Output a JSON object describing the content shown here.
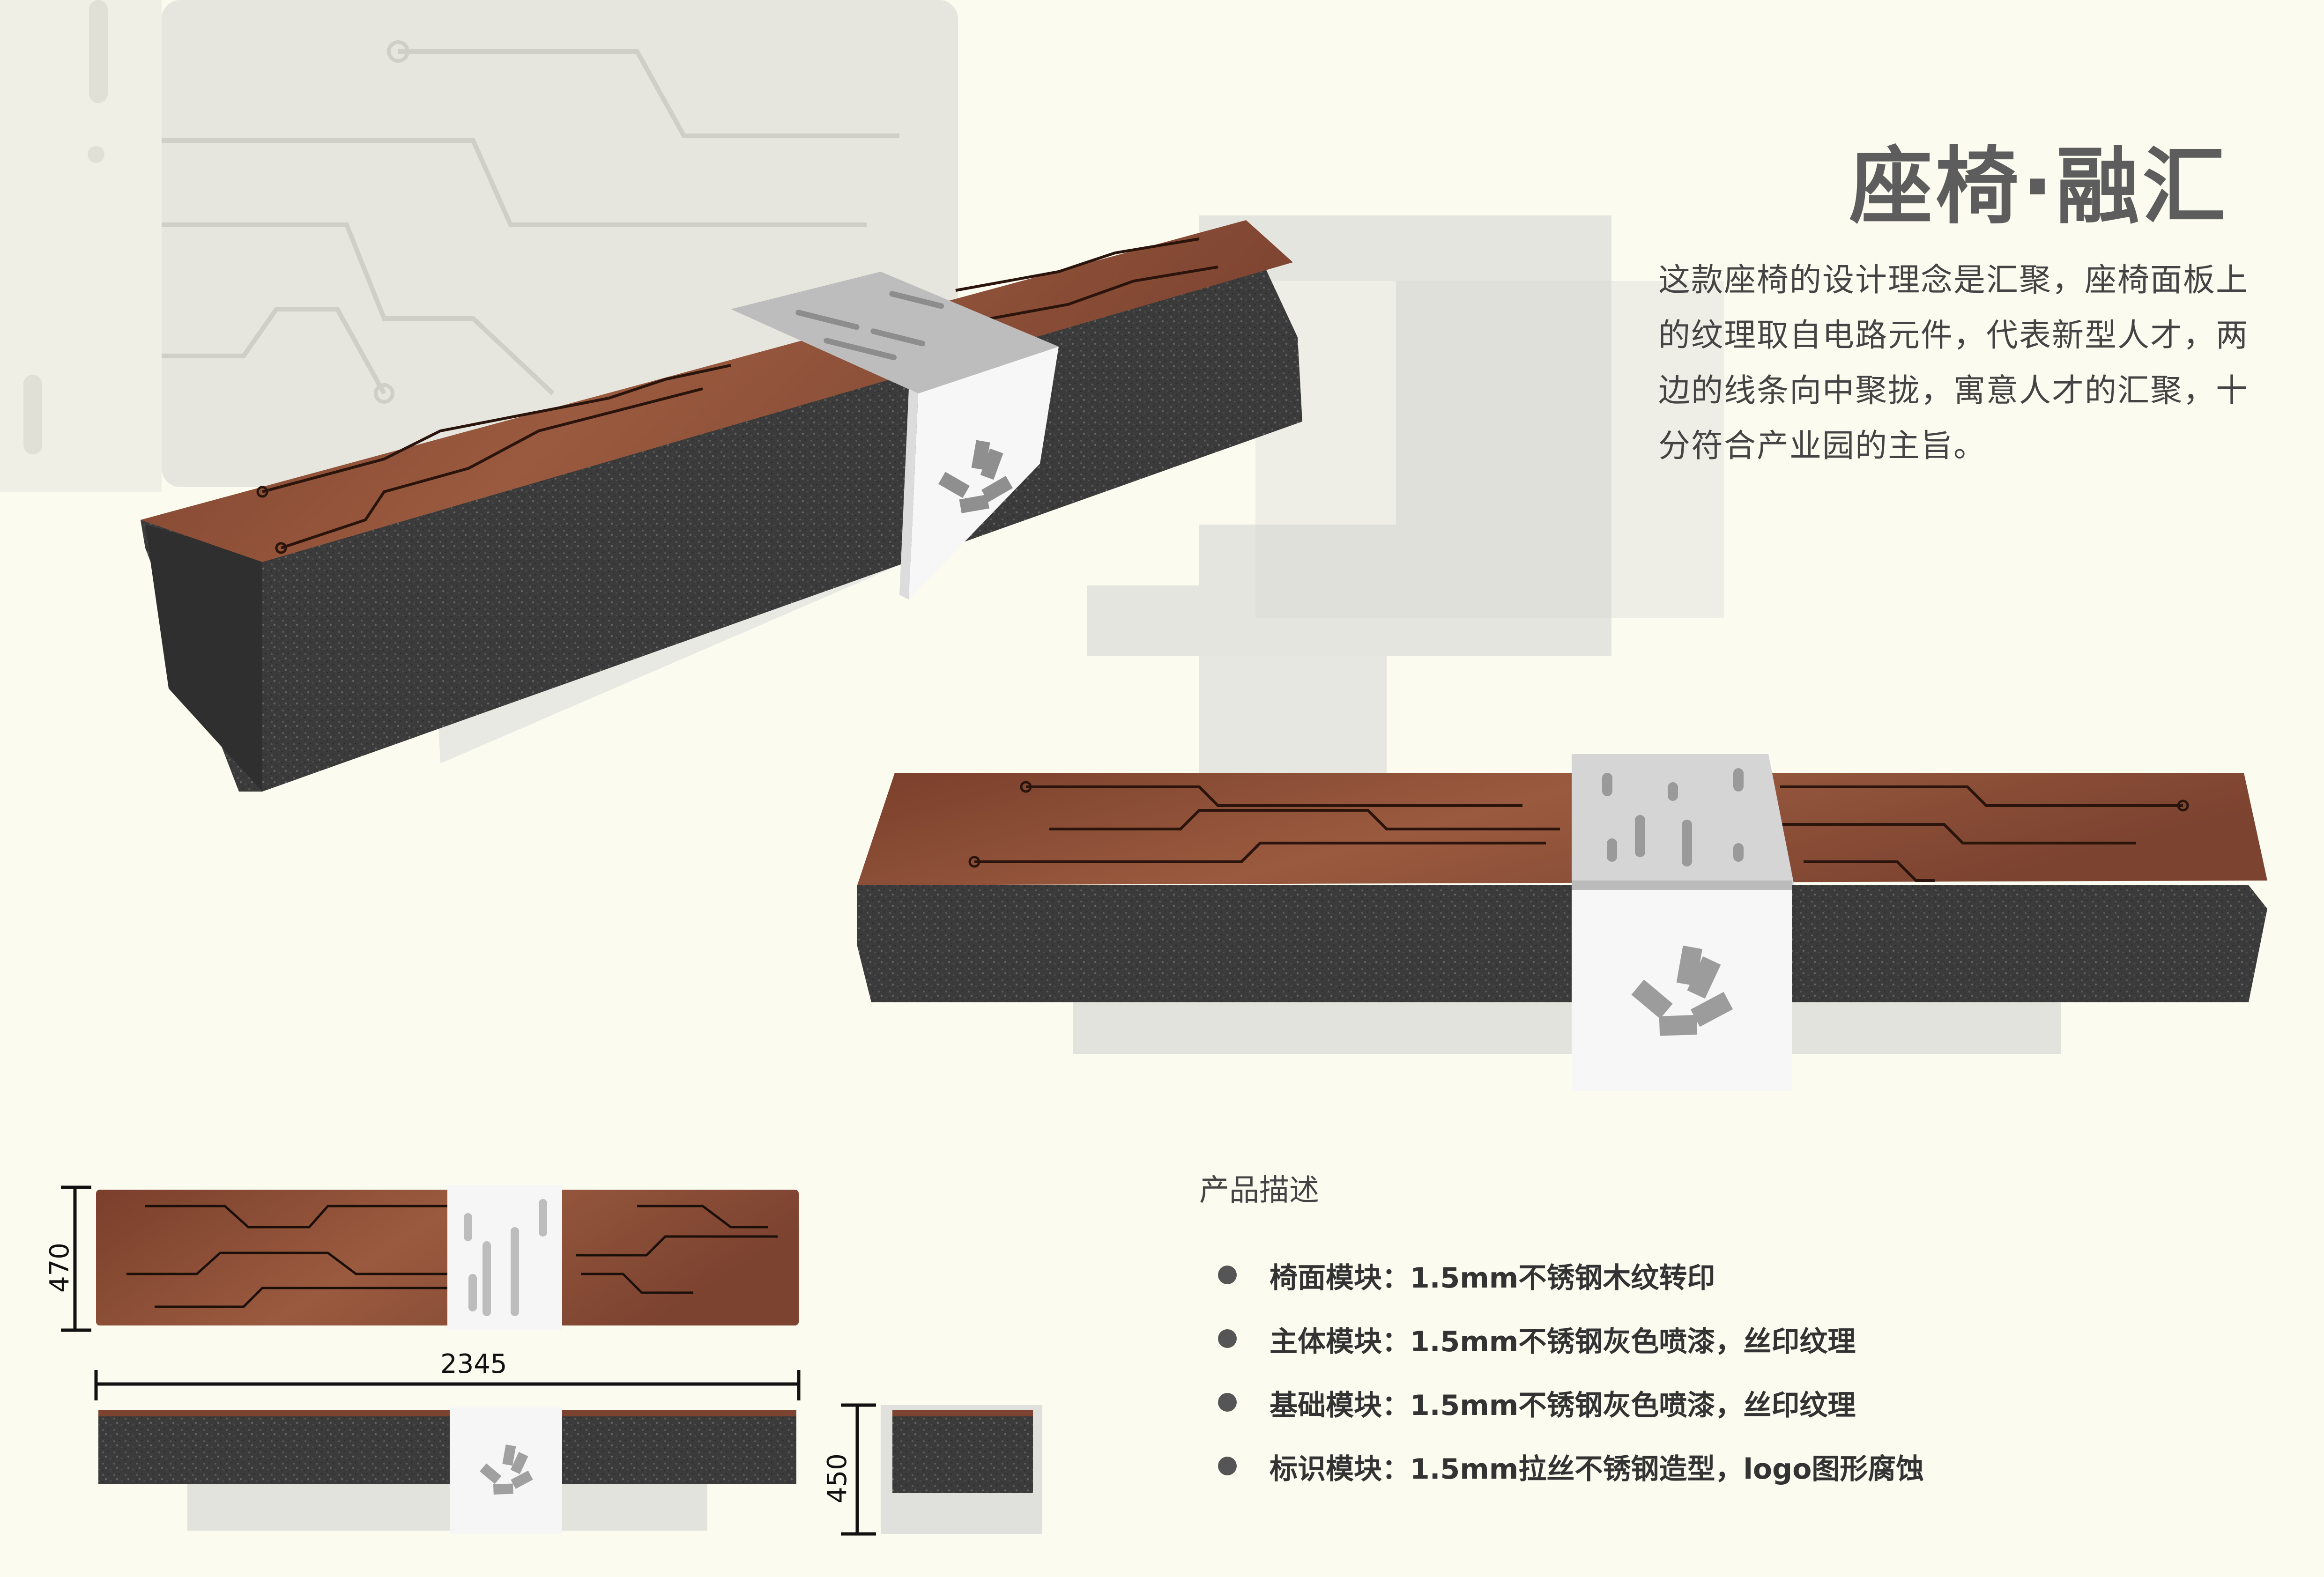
{
  "title": "座椅·融汇",
  "description": "这款座椅的设计理念是汇聚，座椅面板上的纹理取自电路元件，代表新型人才，两边的线条向中聚拢，寓意人才的汇聚，十分符合产业园的主旨。",
  "spec_heading": "产品描述",
  "specs": [
    "椅面模块：1.5mm不锈钢木纹转印",
    "主体模块：1.5mm不锈钢灰色喷漆，丝印纹理",
    "基础模块：1.5mm不锈钢灰色喷漆，丝印纹理",
    "标识模块：1.5mm拉丝不锈钢造型，logo图形腐蚀"
  ],
  "dimensions": {
    "depth": "470",
    "length": "2345",
    "height": "450"
  },
  "colors": {
    "background": "#fbfbf0",
    "wood": "#8a4a33",
    "granite": "#3a3a3a",
    "steel": "#ececec",
    "concrete": "#e4e4df"
  }
}
